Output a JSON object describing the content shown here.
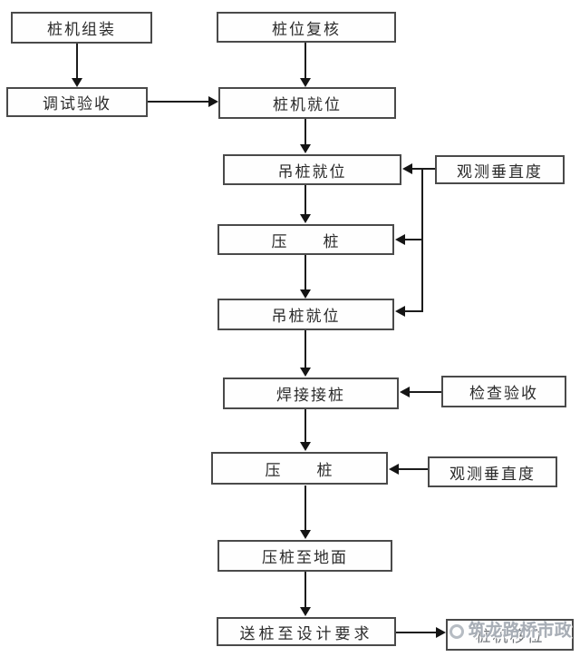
{
  "flowchart": {
    "nodes": {
      "pileRigAssembly": {
        "label": "桩机组装"
      },
      "pilePositionRecheck": {
        "label": "桩位复核"
      },
      "debugAcceptance": {
        "label": "调试验收"
      },
      "pileRigInPlace": {
        "label": "桩机就位"
      },
      "hoistPileInPlace1": {
        "label": "吊桩就位"
      },
      "observeVerticality1": {
        "label": "观测垂直度"
      },
      "pressPile1": {
        "label": "压　　桩"
      },
      "hoistPileInPlace2": {
        "label": "吊桩就位"
      },
      "weldPileSplice": {
        "label": "焊接接桩"
      },
      "inspectionAcceptance": {
        "label": "检查验收"
      },
      "pressPile2": {
        "label": "压　　桩"
      },
      "observeVerticality2": {
        "label": "观测垂直度"
      },
      "pressPileToGround": {
        "label": "压桩至地面"
      },
      "drivePileToDesign": {
        "label": "送桩至设计要求"
      },
      "pileRigRelocate": {
        "label": "桩机移位"
      }
    },
    "edges": [
      {
        "from": "pileRigAssembly",
        "to": "debugAcceptance"
      },
      {
        "from": "pilePositionRecheck",
        "to": "pileRigInPlace"
      },
      {
        "from": "debugAcceptance",
        "to": "pileRigInPlace"
      },
      {
        "from": "pileRigInPlace",
        "to": "hoistPileInPlace1"
      },
      {
        "from": "observeVerticality1",
        "to": "hoistPileInPlace1"
      },
      {
        "from": "observeVerticality1",
        "to": "pressPile1"
      },
      {
        "from": "observeVerticality1",
        "to": "hoistPileInPlace2"
      },
      {
        "from": "hoistPileInPlace1",
        "to": "pressPile1"
      },
      {
        "from": "pressPile1",
        "to": "hoistPileInPlace2"
      },
      {
        "from": "hoistPileInPlace2",
        "to": "weldPileSplice"
      },
      {
        "from": "inspectionAcceptance",
        "to": "weldPileSplice"
      },
      {
        "from": "weldPileSplice",
        "to": "pressPile2"
      },
      {
        "from": "observeVerticality2",
        "to": "pressPile2"
      },
      {
        "from": "pressPile2",
        "to": "pressPileToGround"
      },
      {
        "from": "pressPileToGround",
        "to": "drivePileToDesign"
      },
      {
        "from": "drivePileToDesign",
        "to": "pileRigRelocate"
      }
    ],
    "watermark": {
      "text": "筑龙路桥市政"
    },
    "colors": {
      "box_border": "#4a4a4a",
      "arrow": "#141414",
      "text": "#2b2b2b",
      "watermark": "#a7adb5",
      "background": "#ffffff"
    }
  }
}
